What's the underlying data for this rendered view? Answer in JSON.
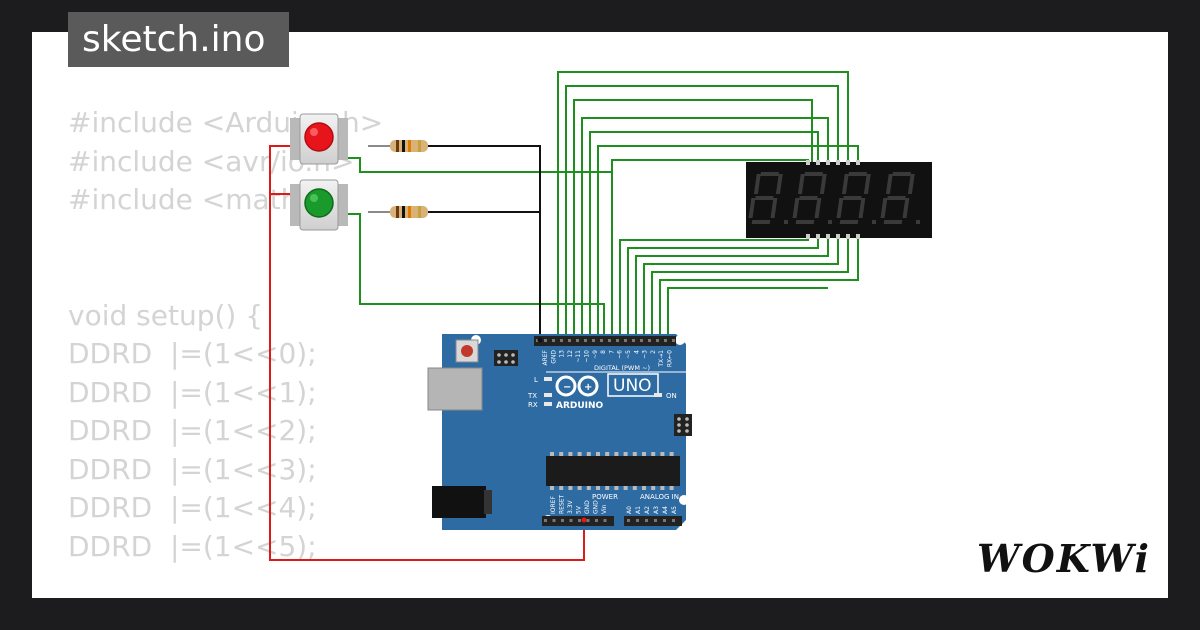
{
  "file_tab": {
    "label": "sketch.ino"
  },
  "code_lines": [
    "#include <Arduino.h>",
    "#include <avr/io.h>",
    "#include <math.h>",
    "",
    "",
    "void setup() {",
    "DDRD  |=(1<<0);",
    "DDRD  |=(1<<1);",
    "DDRD  |=(1<<2);",
    "DDRD  |=(1<<3);",
    "DDRD  |=(1<<4);",
    "DDRD  |=(1<<5);"
  ],
  "display": {
    "digits": [
      "8",
      "8",
      "8",
      "8"
    ]
  },
  "arduino": {
    "brand_label": "ARDUINO",
    "model_label": "UNO",
    "digital_label": "DIGITAL (PWM ~)",
    "power_label": "POWER",
    "analog_label": "ANALOG IN",
    "on_label": "ON",
    "led_l_label": "L",
    "led_tx_label": "TX",
    "led_rx_label": "RX",
    "digital_pins": [
      "AREF",
      "GND",
      "13",
      "12",
      "~11",
      "~10",
      "~9",
      "8",
      "7",
      "~6",
      "~5",
      "4",
      "~3",
      "2",
      "TX→1",
      "RX←0"
    ],
    "power_pins": [
      "IOREF",
      "RESET",
      "3.3V",
      "5V",
      "GND",
      "GND",
      "Vin"
    ],
    "analog_pins": [
      "A0",
      "A1",
      "A2",
      "A3",
      "A4",
      "A5"
    ]
  },
  "buttons": [
    {
      "id": "red",
      "color": "#e8141b"
    },
    {
      "id": "green",
      "color": "#1a9a2a"
    }
  ],
  "colors": {
    "wire_green": "#1f8f1f",
    "wire_black": "#111111",
    "wire_red": "#dd1a1a",
    "board_blue": "#2f6ba3",
    "display_bg": "#111111",
    "segment_off": "#3a3a3a"
  },
  "logo": {
    "text": "WOKWi"
  }
}
